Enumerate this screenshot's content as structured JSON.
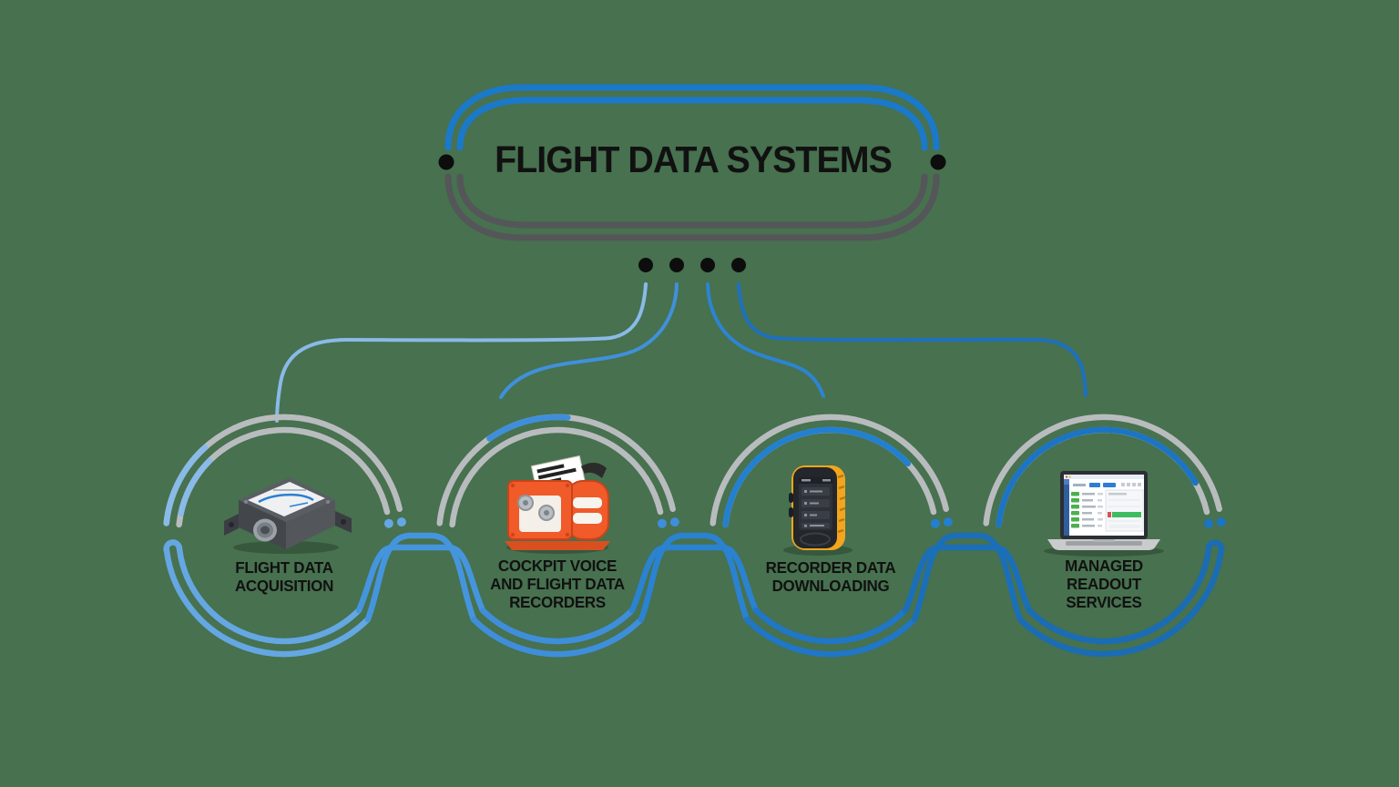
{
  "diagram": {
    "title": "FLIGHT DATA SYSTEMS",
    "nodes": [
      {
        "id": "flight-data-acquisition",
        "label_lines": [
          "FLIGHT DATA",
          "ACQUISITION"
        ],
        "image": "flight-data-acquisition-unit-image",
        "accent": "#7FB3E5"
      },
      {
        "id": "cockpit-voice-and-flight-data-recorders",
        "label_lines": [
          "COCKPIT VOICE",
          "AND FLIGHT DATA",
          "RECORDERS"
        ],
        "image": "orange-flight-recorder-image",
        "accent": "#3F8EDB"
      },
      {
        "id": "recorder-data-downloading",
        "label_lines": [
          "RECORDER DATA",
          "DOWNLOADING"
        ],
        "image": "handheld-downloader-image",
        "accent": "#2380D0"
      },
      {
        "id": "managed-readout-services",
        "label_lines": [
          "MANAGED",
          "READOUT",
          "SERVICES"
        ],
        "image": "laptop-readout-software-image",
        "accent": "#1C74C4"
      }
    ],
    "colors": {
      "background": "#47714F",
      "text": "#111111",
      "pill_top_blue": "#1B79CA",
      "pill_bottom_gray": "#545659",
      "arc_gray": "#B9BCBE",
      "hub_dot_black": "#0D0D0D",
      "node_bottom_blues": [
        "#64A7E2",
        "#3F8EDB",
        "#2076C7",
        "#1A6CB4"
      ],
      "connector_blues": [
        "#8ABAE8",
        "#4090DC",
        "#2C84D2",
        "#1D70BE"
      ]
    }
  }
}
